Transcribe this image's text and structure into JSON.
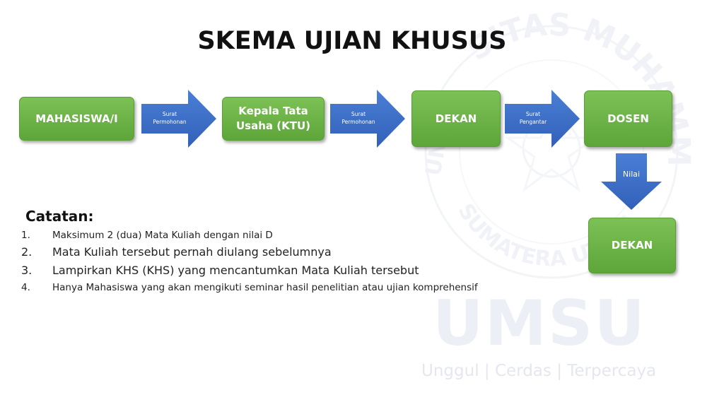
{
  "title": "SKEMA UJIAN KHUSUS",
  "watermark": {
    "ring_top": "SITAS MUHAMM",
    "ring_left": "UNIV",
    "ring_bottom": "SUMATERA UTARA",
    "brand": "UMSU",
    "tagline": "Unggul | Cerdas | Terpercaya"
  },
  "flow": {
    "box1": "MAHASISWA/I",
    "box2": "Kepala Tata Usaha (KTU)",
    "box3": "DEKAN",
    "box4": "DOSEN",
    "box5": "DEKAN",
    "arrow1_line1": "Surat",
    "arrow1_line2": "Permohonan",
    "arrow2_line1": "Surat",
    "arrow2_line2": "Permohonan",
    "arrow3_line1": "Surat",
    "arrow3_line2": "Pengantar",
    "arrow4": "Nilai"
  },
  "notes": {
    "heading": "Catatan:",
    "items": [
      {
        "num": "1.",
        "text": "Maksimum 2 (dua) Mata Kuliah dengan nilai D"
      },
      {
        "num": "2.",
        "text": "Mata Kuliah tersebut pernah diulang sebelumnya"
      },
      {
        "num": "3.",
        "text": "Lampirkan KHS (KHS) yang mencantumkan Mata Kuliah tersebut"
      },
      {
        "num": "4.",
        "text": "Hanya Mahasiswa yang akan mengikuti seminar hasil penelitian atau ujian komprehensif"
      }
    ]
  },
  "colors": {
    "box_green": "#6bb346",
    "arrow_blue": "#3e6fc9",
    "watermark": "#e9edf6"
  }
}
